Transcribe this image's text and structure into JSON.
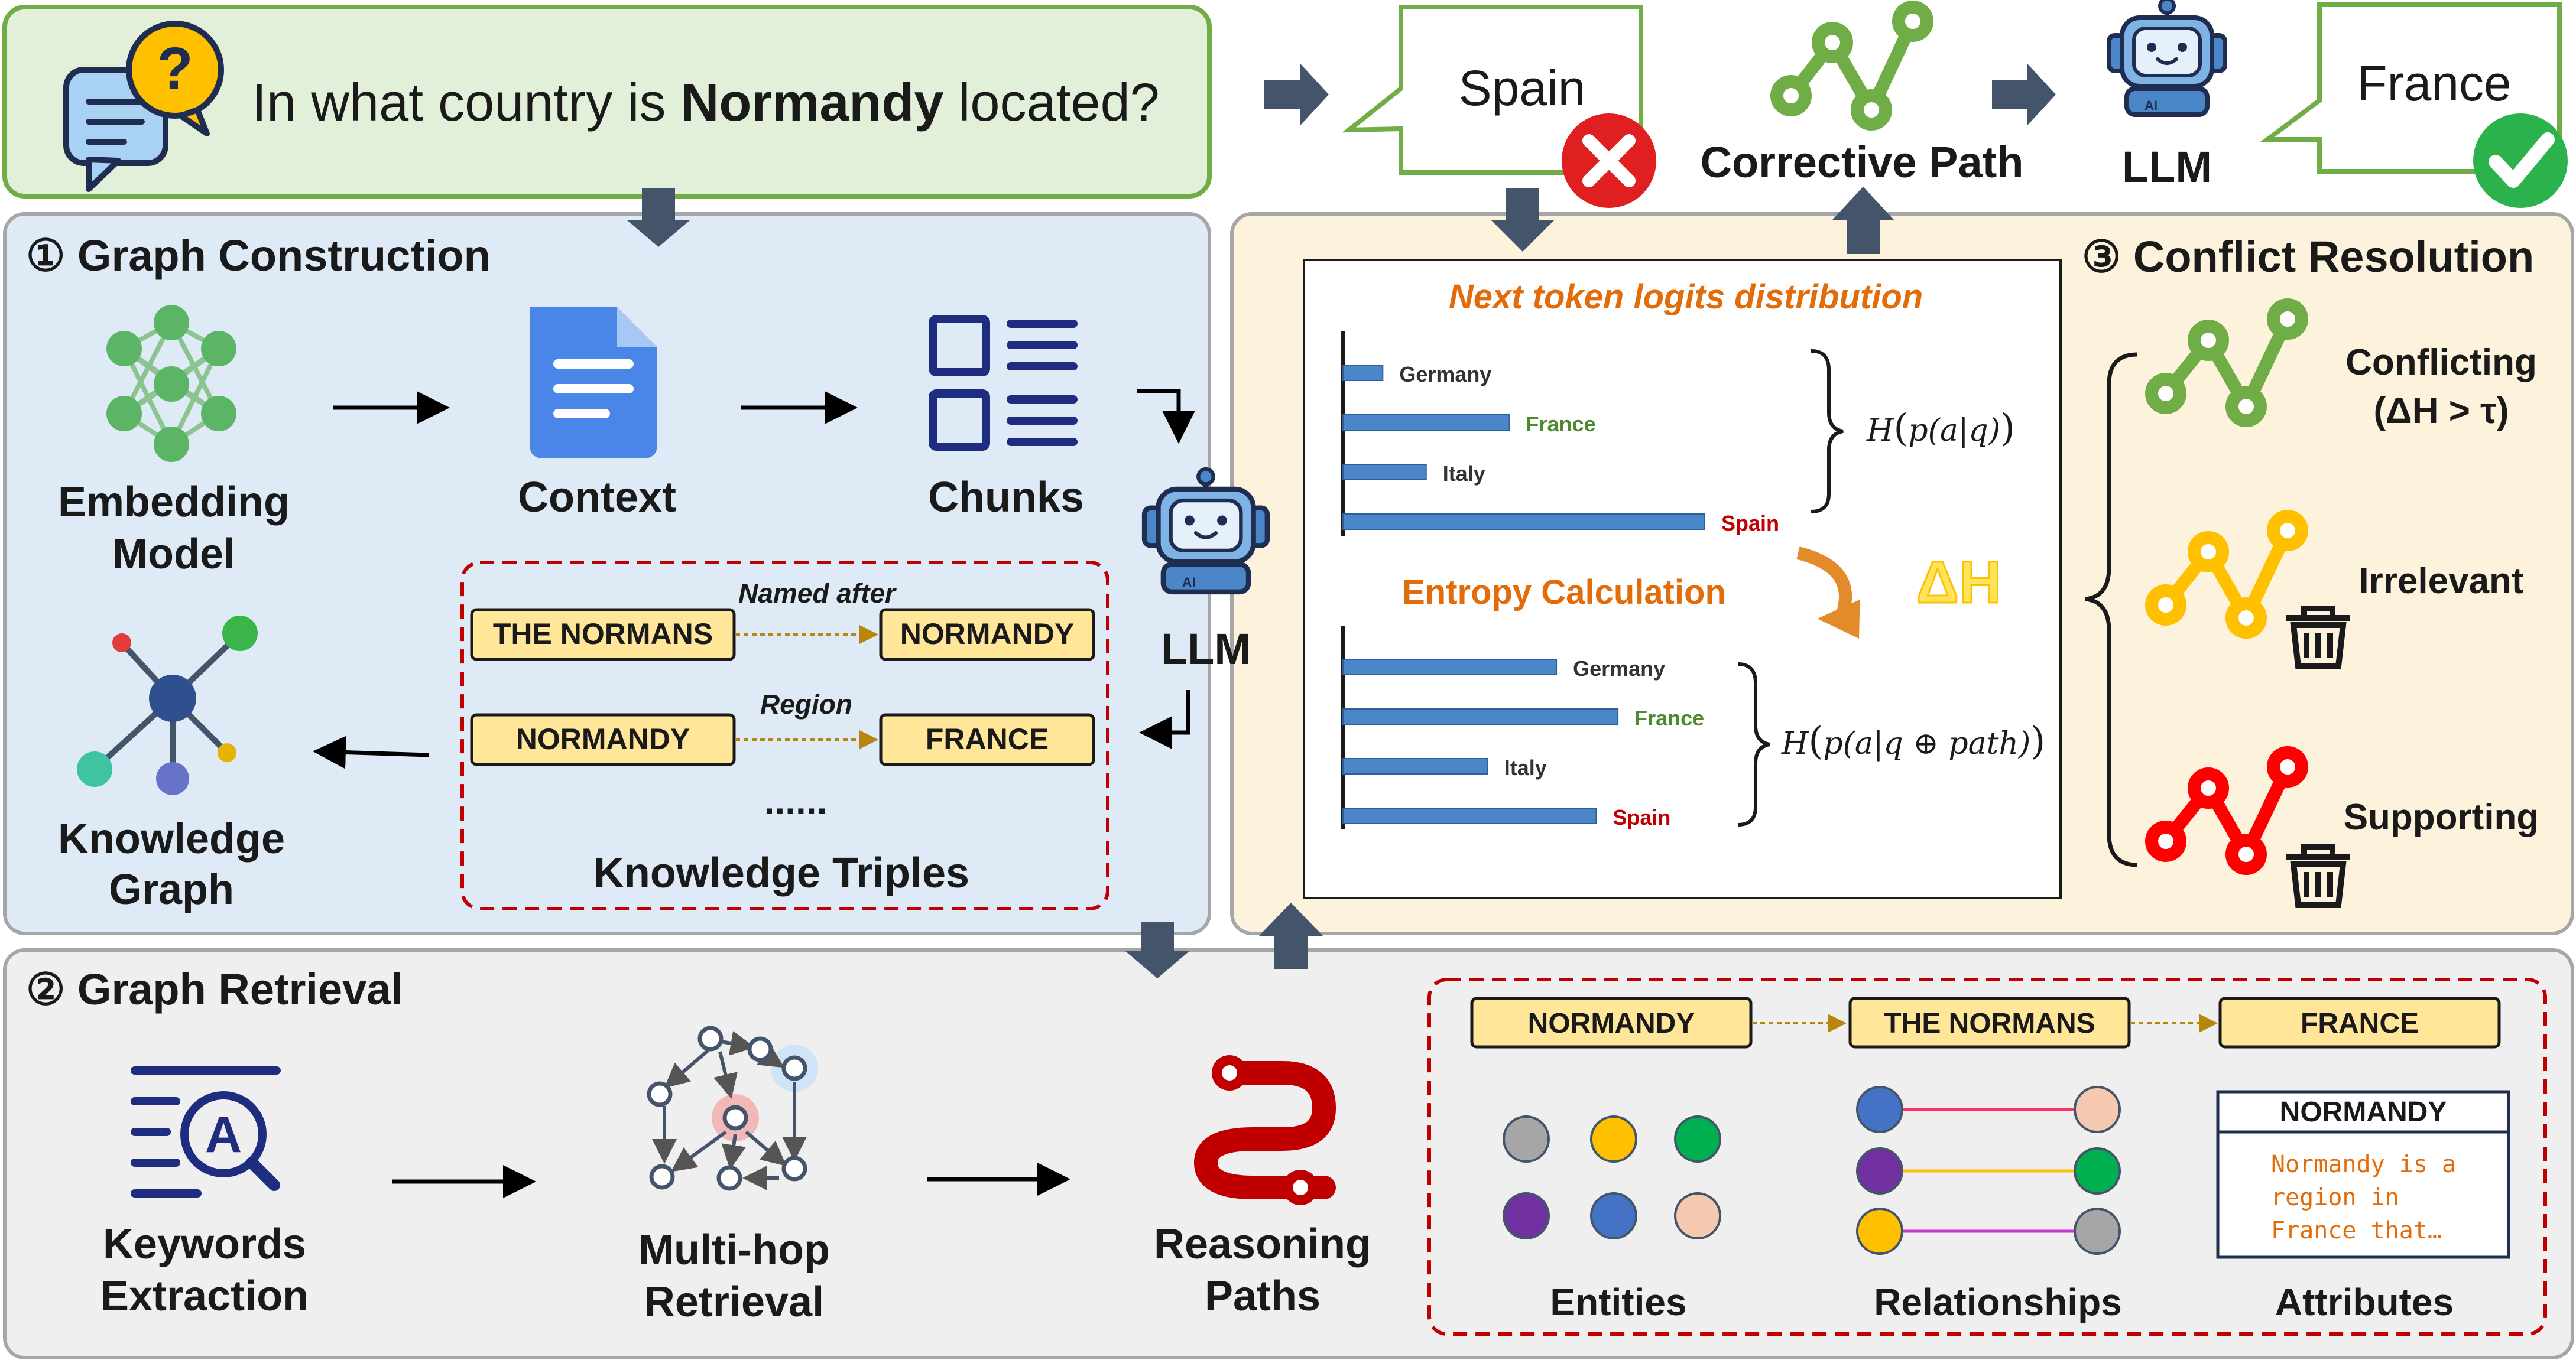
{
  "question": {
    "prefix": "In what country is ",
    "entity": "Normandy",
    "suffix": " located?"
  },
  "top": {
    "wrong_answer": "Spain",
    "corrective_path_label": "Corrective Path",
    "llm_label": "LLM",
    "right_answer": "France"
  },
  "sections": {
    "construction": {
      "number": "①",
      "title": "Graph Construction"
    },
    "retrieval": {
      "number": "②",
      "title": "Graph Retrieval"
    },
    "resolution": {
      "number": "③",
      "title": "Conflict Resolution"
    }
  },
  "construction": {
    "embedding_line1": "Embedding",
    "embedding_line2": "Model",
    "context": "Context",
    "chunks": "Chunks",
    "llm": "LLM",
    "kg_line1": "Knowledge",
    "kg_line2": "Graph",
    "triples_title": "Knowledge Triples",
    "triples": [
      {
        "head": "THE NORMANS",
        "relation": "Named after",
        "tail": "NORMANDY"
      },
      {
        "head": "NORMANDY",
        "relation": "Region",
        "tail": "FRANCE"
      }
    ],
    "ellipsis": "......"
  },
  "resolution": {
    "logits_title": "Next token logits distribution",
    "entropy_title": "Entropy Calculation",
    "delta_h": "ΔH",
    "formula1": "H(p(a|q))",
    "formula2": "H(p(a|q ⊕ path))",
    "conflicting_line1": "Conflicting",
    "conflicting_line2": "(ΔH > τ)",
    "irrelevant": "Irrelevant",
    "supporting": "Supporting"
  },
  "chart_data": [
    {
      "type": "bar",
      "orientation": "horizontal",
      "title": "Next token logits distribution",
      "categories": [
        "Germany",
        "France",
        "Italy",
        "Spain"
      ],
      "values": [
        0.11,
        0.46,
        0.23,
        1.0
      ]
    },
    {
      "type": "bar",
      "orientation": "horizontal",
      "title": "Entropy Calculation",
      "categories": [
        "Germany",
        "France",
        "Italy",
        "Spain"
      ],
      "values": [
        0.59,
        0.76,
        0.4,
        0.7
      ]
    }
  ],
  "retrieval": {
    "kw_line1": "Keywords",
    "kw_line2": "Extraction",
    "mh_line1": "Multi-hop",
    "mh_line2": "Retrieval",
    "rp_line1": "Reasoning",
    "rp_line2": "Paths",
    "path_nodes": [
      "NORMANDY",
      "THE NORMANS",
      "FRANCE"
    ],
    "entities": "Entities",
    "relationships": "Relationships",
    "attributes": "Attributes",
    "attr_card_title": "NORMANDY",
    "attr_card_lines": [
      "Normandy is a",
      "region in",
      "France that…"
    ]
  },
  "colors": {
    "green_panel": "#e2efd9",
    "blue_panel": "#deebf7",
    "yellow_panel": "#fdf3dc",
    "gray_panel": "#efefef",
    "arrow": "#44546a",
    "entity_box": "#ffe699",
    "dashed_red": "#c00000",
    "bar_blue": "#4a86c8",
    "orange_title": "#e36c0a",
    "green_path": "#70ad47",
    "yellow_path": "#ffc000",
    "red_path": "#ff0000",
    "reasoning_red": "#c00000"
  }
}
